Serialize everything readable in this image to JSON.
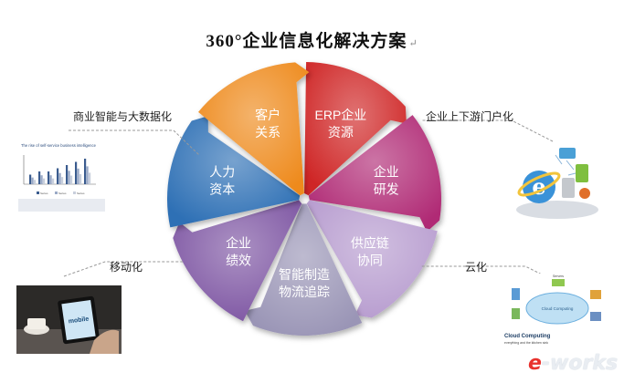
{
  "title": "360°企业信息化解决方案",
  "return_mark": "↵",
  "segments": [
    {
      "line1": "ERP企业",
      "line2": "资源",
      "color": "#cf2828"
    },
    {
      "line1": "企业",
      "line2": "研发",
      "color": "#b02a75"
    },
    {
      "line1": "供应链",
      "line2": "协同",
      "color": "#b79ccf"
    },
    {
      "line1": "智能制造",
      "line2": "物流追踪",
      "color": "#9a95b6"
    },
    {
      "line1": "企业",
      "line2": "绩效",
      "color": "#7e56a3"
    },
    {
      "line1": "人力",
      "line2": "资本",
      "color": "#2f6fb5"
    },
    {
      "line1": "客户",
      "line2": "关系",
      "color": "#ee8a1f"
    }
  ],
  "callouts": {
    "top_left": "商业智能与大数据化",
    "top_right": "企业上下游门户化",
    "bottom_left": "移动化",
    "bottom_right": "云化"
  },
  "bi_chart": {
    "title": "The rise of self-service business intelligence",
    "values": [
      3,
      4,
      4,
      5,
      6,
      7,
      8
    ],
    "legend": [
      "Series",
      "Series",
      "Series"
    ]
  },
  "tablet_text": "mobile",
  "cloud": {
    "title": "Cloud Computing",
    "subtitle": "everything and the kitchen sink",
    "center": "Cloud Computing",
    "top": "Servers"
  },
  "watermark": {
    "e": "e",
    "rest": "-works"
  }
}
